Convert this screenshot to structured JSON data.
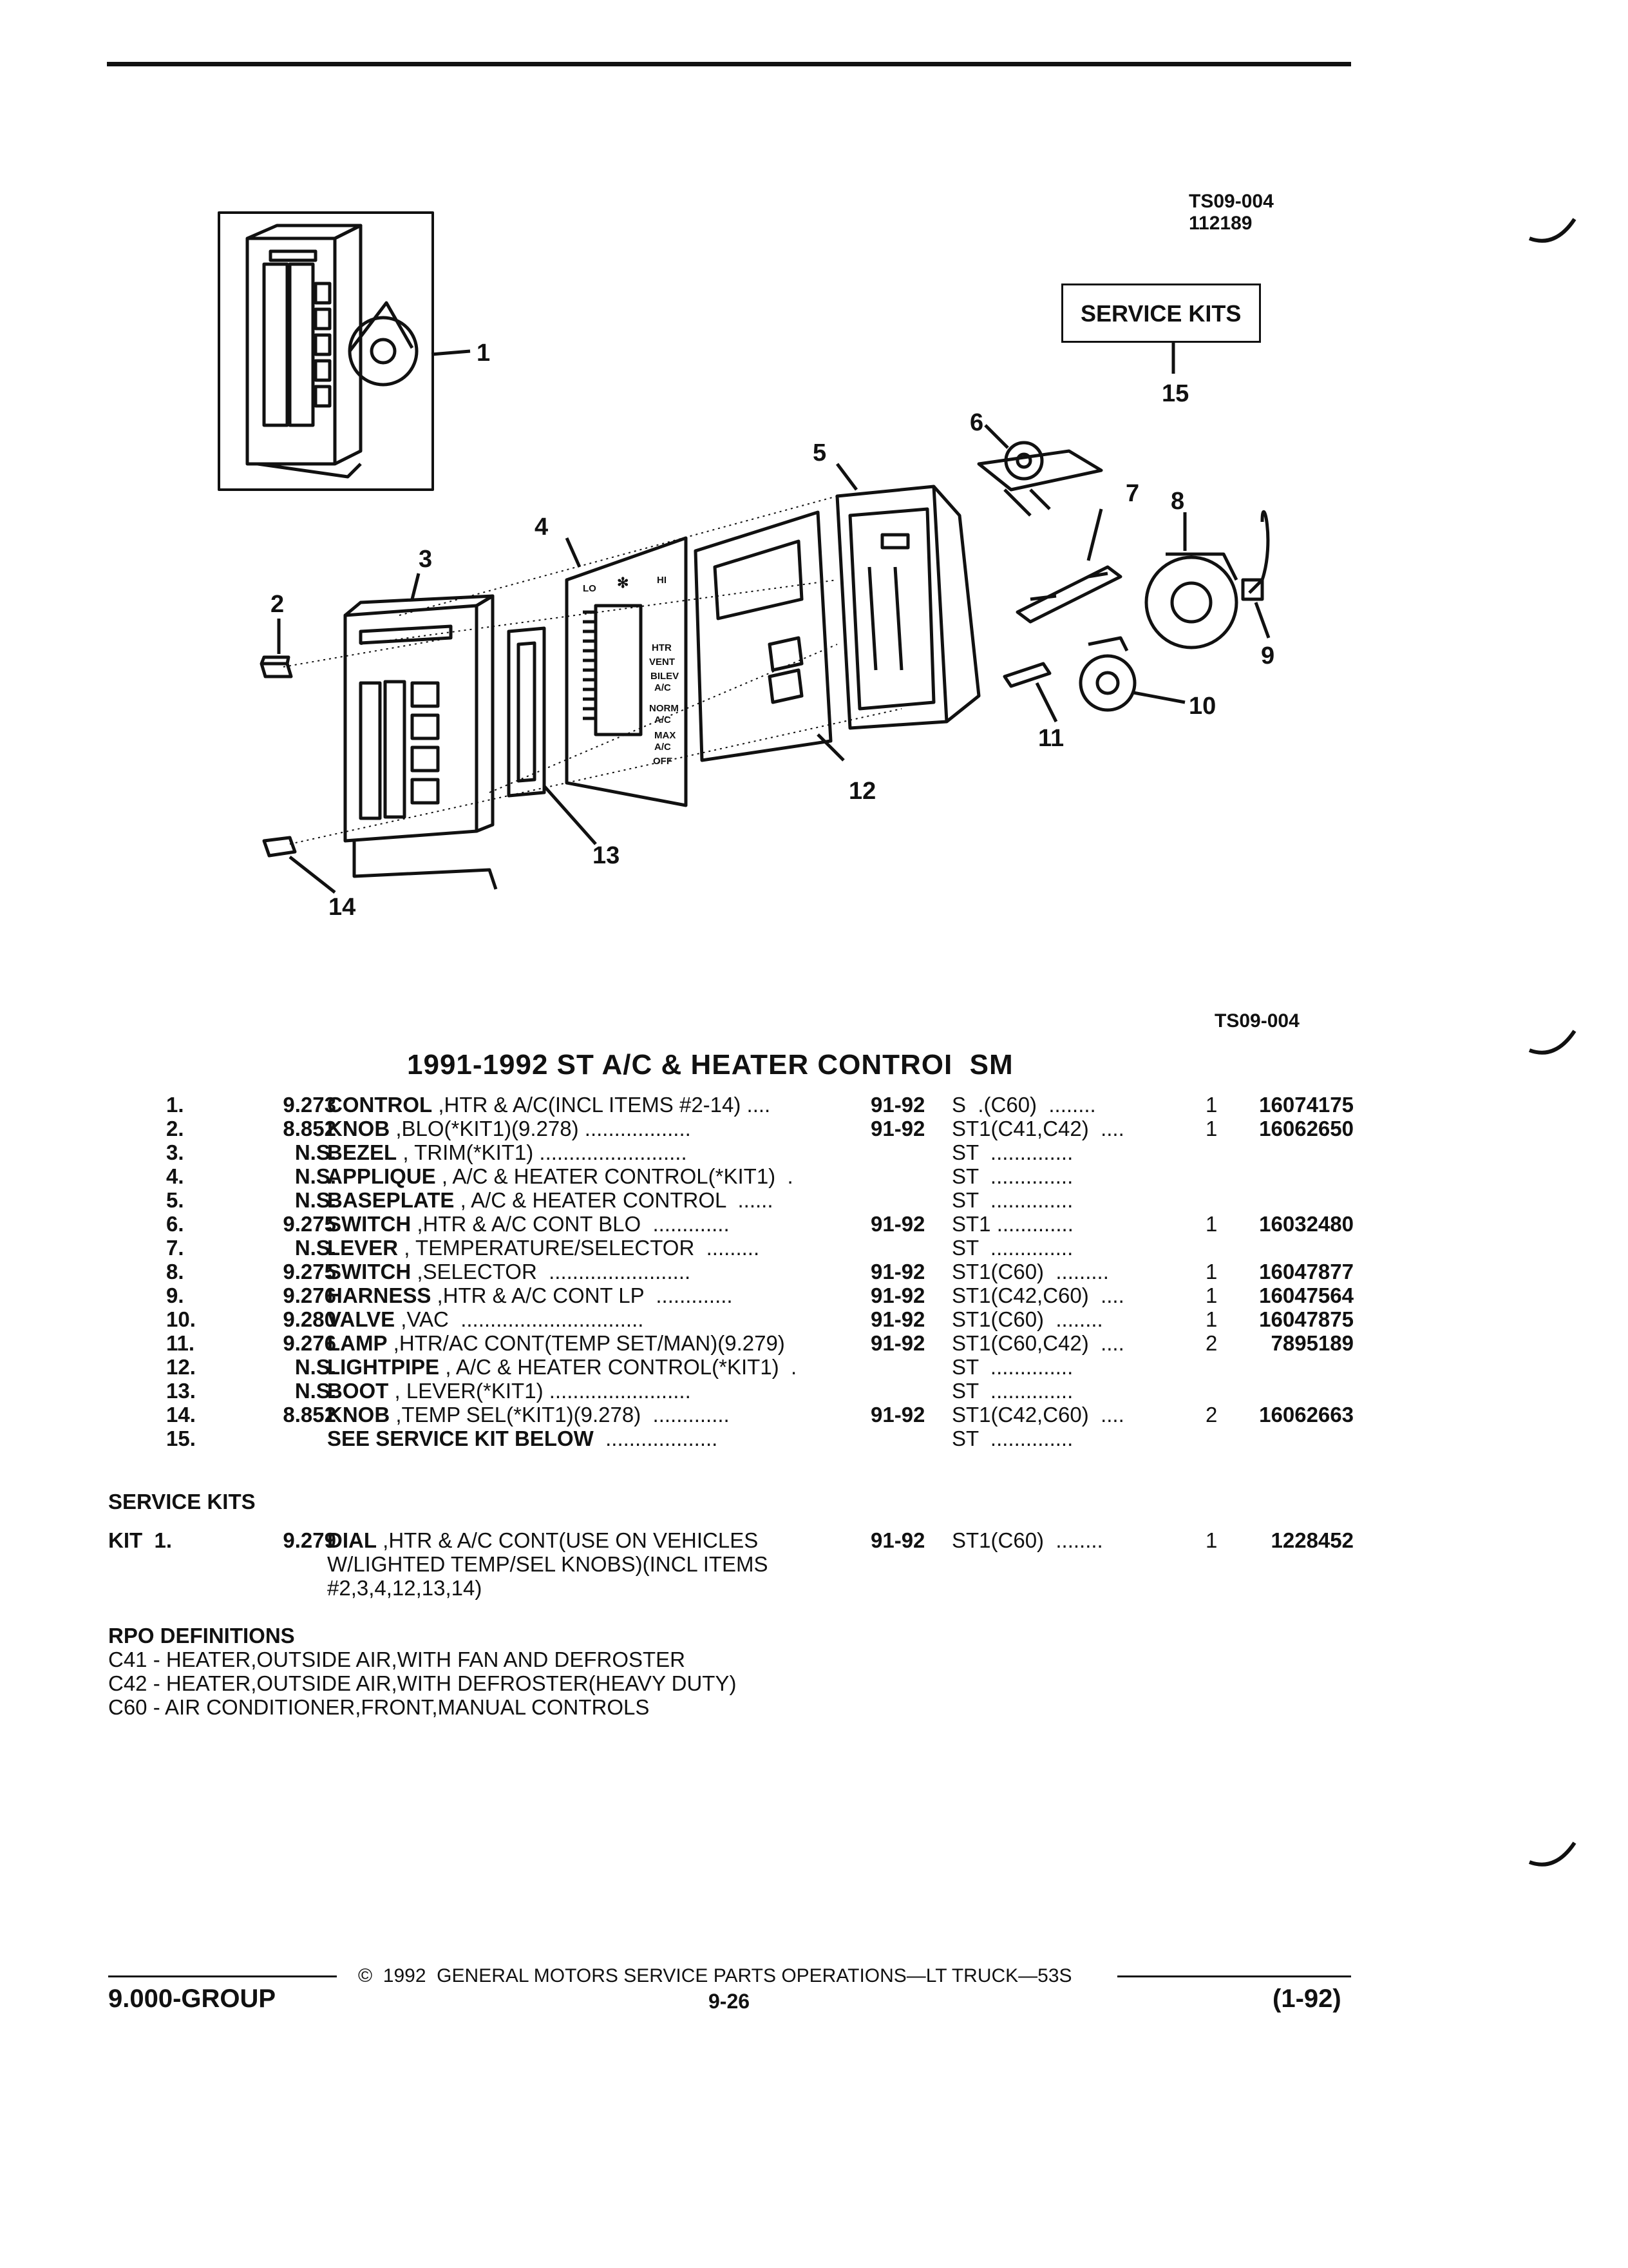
{
  "header": {
    "ref_code": "TS09-004",
    "ref_date": "112189",
    "service_kits_box": "SERVICE KITS",
    "service_kits_callout": "15",
    "figure_ref": "TS09-004"
  },
  "diagram": {
    "callouts": [
      "1",
      "2",
      "3",
      "4",
      "5",
      "6",
      "7",
      "8",
      "9",
      "10",
      "11",
      "12",
      "13",
      "14"
    ],
    "applique_labels": [
      "LO",
      "HI",
      "HTR",
      "VENT",
      "BILEV",
      "A/C",
      "NORM",
      "A/C",
      "MAX",
      "A/C",
      "OFF"
    ]
  },
  "title": "1991-1992 ST A/C & HEATER CONTROI  SM",
  "parts": [
    {
      "no": "1.",
      "grp": "9.273",
      "name": "CONTROL",
      "desc": " ,HTR & A/C(INCL ITEMS #2-14) ....",
      "years": "91-92",
      "model": "S  .(C60)  ........",
      "qty": "1",
      "part": "16074175"
    },
    {
      "no": "2.",
      "grp": "8.852",
      "name": "KNOB",
      "desc": " ,BLO(*KIT1)(9.278) ..................",
      "years": "91-92",
      "model": "ST1(C41,C42)  ....",
      "qty": "1",
      "part": "16062650"
    },
    {
      "no": "3.",
      "grp": "N.S.",
      "name": "BEZEL",
      "desc": " , TRIM(*KIT1) .........................",
      "years": "",
      "model": "ST  ..............",
      "qty": "",
      "part": ""
    },
    {
      "no": "4.",
      "grp": "N.S.",
      "name": "APPLIQUE",
      "desc": " , A/C & HEATER CONTROL(*KIT1)  .",
      "years": "",
      "model": "ST  ..............",
      "qty": "",
      "part": ""
    },
    {
      "no": "5.",
      "grp": "N.S.",
      "name": "BASEPLATE",
      "desc": " , A/C & HEATER CONTROL  ......",
      "years": "",
      "model": "ST  ..............",
      "qty": "",
      "part": ""
    },
    {
      "no": "6.",
      "grp": "9.275",
      "name": "SWITCH",
      "desc": " ,HTR & A/C CONT BLO  .............",
      "years": "91-92",
      "model": "ST1 .............",
      "qty": "1",
      "part": "16032480"
    },
    {
      "no": "7.",
      "grp": "N.S.",
      "name": "LEVER",
      "desc": " , TEMPERATURE/SELECTOR  .........",
      "years": "",
      "model": "ST  ..............",
      "qty": "",
      "part": ""
    },
    {
      "no": "8.",
      "grp": "9.275",
      "name": "SWITCH",
      "desc": " ,SELECTOR  ........................",
      "years": "91-92",
      "model": "ST1(C60)  .........",
      "qty": "1",
      "part": "16047877"
    },
    {
      "no": "9.",
      "grp": "9.276",
      "name": "HARNESS",
      "desc": " ,HTR & A/C CONT LP  .............",
      "years": "91-92",
      "model": "ST1(C42,C60)  ....",
      "qty": "1",
      "part": "16047564"
    },
    {
      "no": "10.",
      "grp": "9.280",
      "name": "VALVE",
      "desc": " ,VAC  ...............................",
      "years": "91-92",
      "model": "ST1(C60)  ........",
      "qty": "1",
      "part": "16047875"
    },
    {
      "no": "11.",
      "grp": "9.276",
      "name": "LAMP",
      "desc": " ,HTR/AC CONT(TEMP SET/MAN)(9.279)",
      "years": "91-92",
      "model": "ST1(C60,C42)  ....",
      "qty": "2",
      "part": "7895189"
    },
    {
      "no": "12.",
      "grp": "N.S.",
      "name": "LIGHTPIPE",
      "desc": " , A/C & HEATER CONTROL(*KIT1)  .",
      "years": "",
      "model": "ST  ..............",
      "qty": "",
      "part": ""
    },
    {
      "no": "13.",
      "grp": "N.S.",
      "name": "BOOT",
      "desc": " , LEVER(*KIT1) ........................",
      "years": "",
      "model": "ST  ..............",
      "qty": "",
      "part": ""
    },
    {
      "no": "14.",
      "grp": "8.852",
      "name": "KNOB",
      "desc": " ,TEMP SEL(*KIT1)(9.278)  .............",
      "years": "91-92",
      "model": "ST1(C42,C60)  ....",
      "qty": "2",
      "part": "16062663"
    },
    {
      "no": "15.",
      "grp": "",
      "name": "SEE SERVICE KIT BELOW",
      "desc": "  ...................",
      "years": "",
      "model": "ST  ..............",
      "qty": "",
      "part": ""
    }
  ],
  "service_kits": {
    "heading": "SERVICE KITS",
    "kit_label": "KIT  1.",
    "grp": "9.279",
    "name": "DIAL",
    "desc_lines": [
      " ,HTR & A/C CONT(USE ON VEHICLES",
      "W/LIGHTED TEMP/SEL KNOBS)(INCL ITEMS",
      "#2,3,4,12,13,14)"
    ],
    "years": "91-92",
    "model": "ST1(C60)  ........",
    "qty": "1",
    "part": "1228452"
  },
  "rpo": {
    "heading": "RPO DEFINITIONS",
    "lines": [
      "C41 - HEATER,OUTSIDE AIR,WITH FAN AND DEFROSTER",
      "C42 - HEATER,OUTSIDE AIR,WITH DEFROSTER(HEAVY DUTY)",
      "C60 - AIR CONDITIONER,FRONT,MANUAL CONTROLS"
    ]
  },
  "footer": {
    "copyright": "©  1992  GENERAL MOTORS SERVICE PARTS OPERATIONS—LT TRUCK—53S",
    "group": "9.000-GROUP",
    "page": "9-26",
    "date": "(1-92)"
  }
}
